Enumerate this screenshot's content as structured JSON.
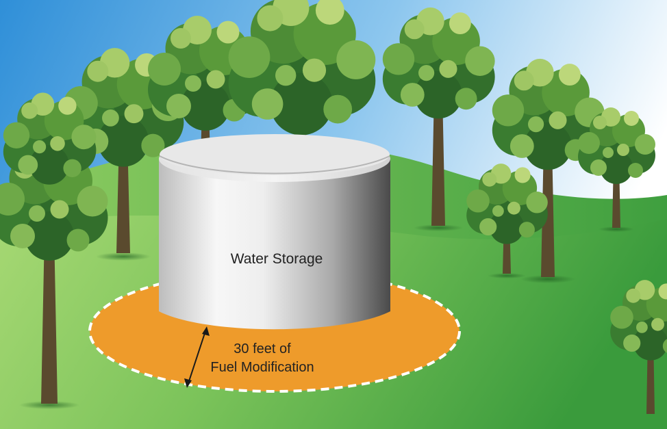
{
  "labels": {
    "tank": "Water Storage",
    "clearance_line1": "30 feet of",
    "clearance_line2": "Fuel Modification"
  },
  "colors": {
    "sky_top": "#2f8fd8",
    "sky_bottom": "#ffffff",
    "grass_light": "#9fd36a",
    "grass_dark": "#3d9f3f",
    "zone_fill": "#ee9b2b",
    "zone_border": "#ffffff",
    "tank_light": "#f4f4f4",
    "tank_dark": "#4a4a4a",
    "foliage_dark": "#2f6b2a",
    "foliage_mid": "#5a9a3a",
    "foliage_light": "#a8cc6a",
    "trunk": "#5a4a2e"
  },
  "icons": [
    "tree-icon",
    "double-arrow-icon"
  ]
}
